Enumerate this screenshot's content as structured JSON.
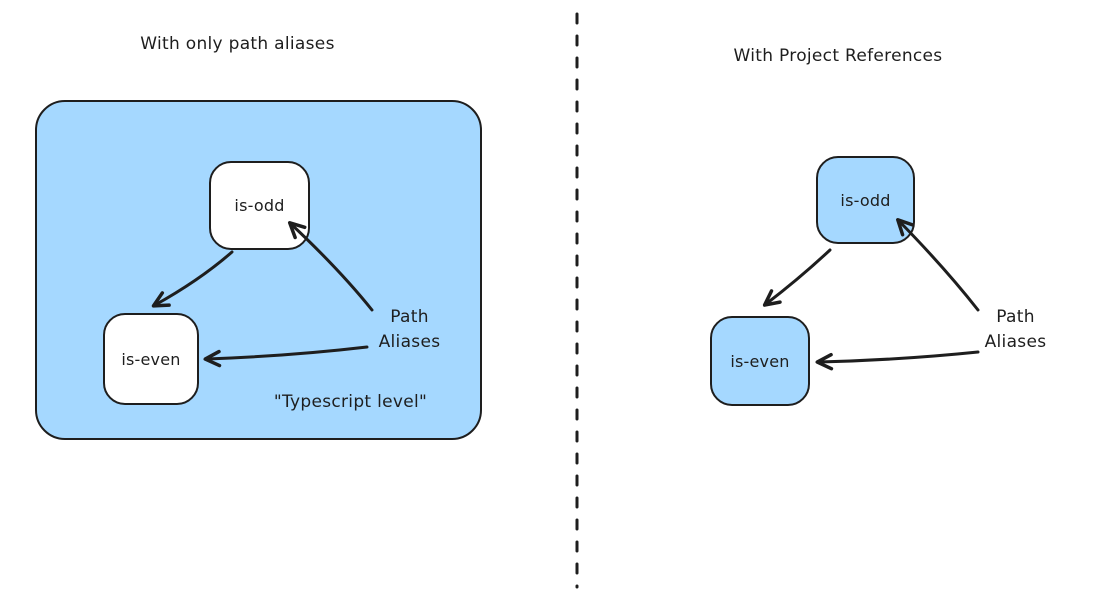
{
  "colors": {
    "background": "#ffffff",
    "stroke": "#1e1e1e",
    "node_fill": "#a5d8ff"
  },
  "left": {
    "title": "With only path aliases",
    "nodes": {
      "odd": "is-odd",
      "even": "is-even"
    },
    "path_aliases": "Path\nAliases",
    "caption": "\"Typescript level\""
  },
  "right": {
    "title": "With Project References",
    "nodes": {
      "odd": "is-odd",
      "even": "is-even"
    },
    "path_aliases": "Path\nAliases"
  }
}
